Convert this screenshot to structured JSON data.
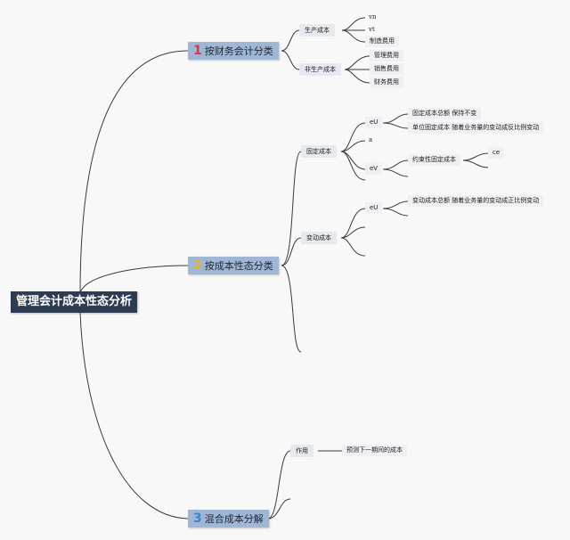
{
  "root": {
    "label": "管理会计成本性态分析"
  },
  "branches": [
    {
      "num": "1",
      "label": "按财务会计分类",
      "num_color": "#d9364a",
      "children": [
        {
          "label": "生产成本",
          "children": [
            "vn",
            "vt",
            "制造费用"
          ]
        },
        {
          "label": "非生产成本",
          "children": [
            "管理费用",
            "销售费用",
            "财务费用"
          ]
        }
      ]
    },
    {
      "num": "2",
      "label": "按成本性态分类",
      "num_color": "#e2b52a",
      "fixed": {
        "label": "固定成本",
        "eu": {
          "label": "eU",
          "children": [
            "固定成本总额 保持不变",
            "单位固定成本 随着业务量的变动成反比例变动"
          ]
        },
        "a": "a",
        "ev": {
          "label": "eV",
          "child": "约束性固定成本",
          "grandchild": "ce"
        }
      },
      "variable": {
        "label": "变动成本",
        "eu": {
          "label": "eU",
          "child": "变动成本总额 随着业务量的变动成正比例变动"
        }
      }
    },
    {
      "num": "3",
      "label": "混合成本分解",
      "num_color": "#3a86c8",
      "children": [
        {
          "label": "作用",
          "child": "预测下一期间的成本"
        }
      ]
    }
  ]
}
